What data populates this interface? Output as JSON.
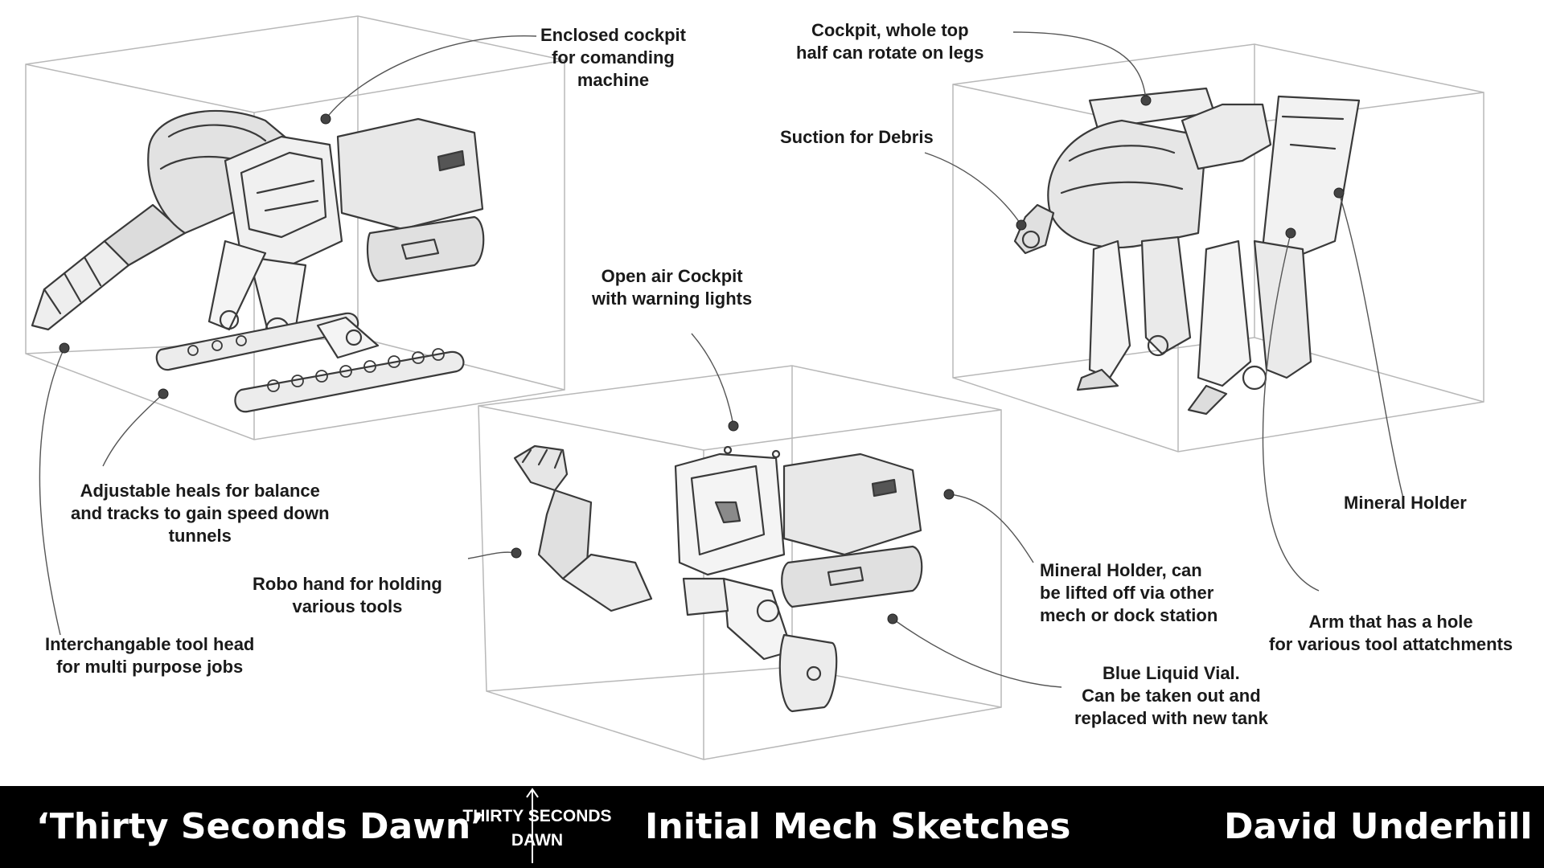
{
  "annotations": {
    "enclosed_cockpit": [
      "Enclosed cockpit",
      "for comanding",
      "machine"
    ],
    "rotating_cockpit": [
      "Cockpit, whole top",
      "half can rotate on legs"
    ],
    "suction": [
      "Suction for Debris"
    ],
    "open_air_cockpit": [
      "Open air Cockpit",
      "with warning lights"
    ],
    "adjustable_heals": [
      "Adjustable heals for balance",
      "and tracks to gain speed down",
      "tunnels"
    ],
    "robo_hand": [
      "Robo hand for holding",
      "various tools"
    ],
    "tool_head": [
      "Interchangable tool head",
      "for multi purpose jobs"
    ],
    "mineral_holder_liftable": [
      "Mineral Holder, can",
      "be lifted off via other",
      "mech or dock station"
    ],
    "blue_liquid": [
      "Blue Liquid Vial.",
      "Can be taken out and",
      "replaced with new tank"
    ],
    "mineral_holder": [
      "Mineral Holder"
    ],
    "arm_hole": [
      "Arm that has a hole",
      "for various tool attatchments"
    ]
  },
  "footer": {
    "project_title": "‘Thirty Seconds Dawn’",
    "logo_line1": "THIRTY SECONDS",
    "logo_line2": "DAWN",
    "sheet_title": "Initial Mech Sketches",
    "author": "David Underhill"
  },
  "colors": {
    "pencil": "#3a3a3a",
    "guide_box": "#b8b8b8",
    "footer_bg": "#000000",
    "footer_text": "#ffffff"
  },
  "icons": [
    "mech-drill-sketch",
    "mech-open-cockpit-sketch",
    "mech-rotating-sketch",
    "annotation-dot-icon",
    "arrow-up-icon"
  ]
}
